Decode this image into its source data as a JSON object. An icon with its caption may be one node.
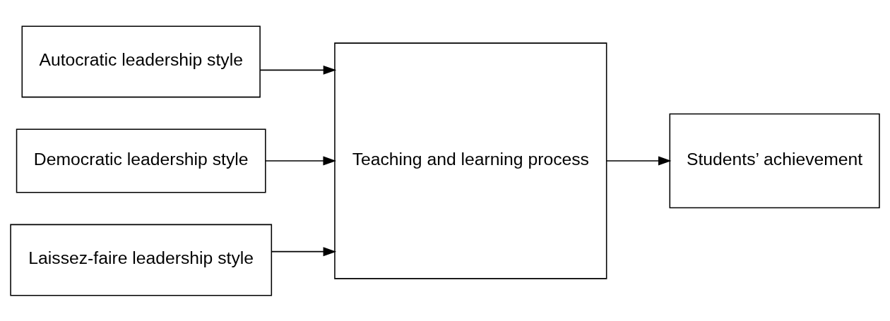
{
  "diagram": {
    "nodes": [
      {
        "text": [
          "Autocratic leadership style"
        ]
      },
      {
        "text": [
          "Democratic leadership style"
        ]
      },
      {
        "text": [
          "Laissez-faire leadership style"
        ]
      },
      {
        "text": [
          "Teaching and learning process"
        ]
      },
      {
        "text": [
          "Students’ achievement"
        ]
      }
    ],
    "edges": [
      {
        "from": 0,
        "to": 3,
        "arrow": "to"
      },
      {
        "from": 1,
        "to": 3,
        "arrow": "to"
      },
      {
        "from": 2,
        "to": 3,
        "arrow": "to"
      },
      {
        "from": 3,
        "to": 4,
        "arrow": "to"
      }
    ]
  }
}
